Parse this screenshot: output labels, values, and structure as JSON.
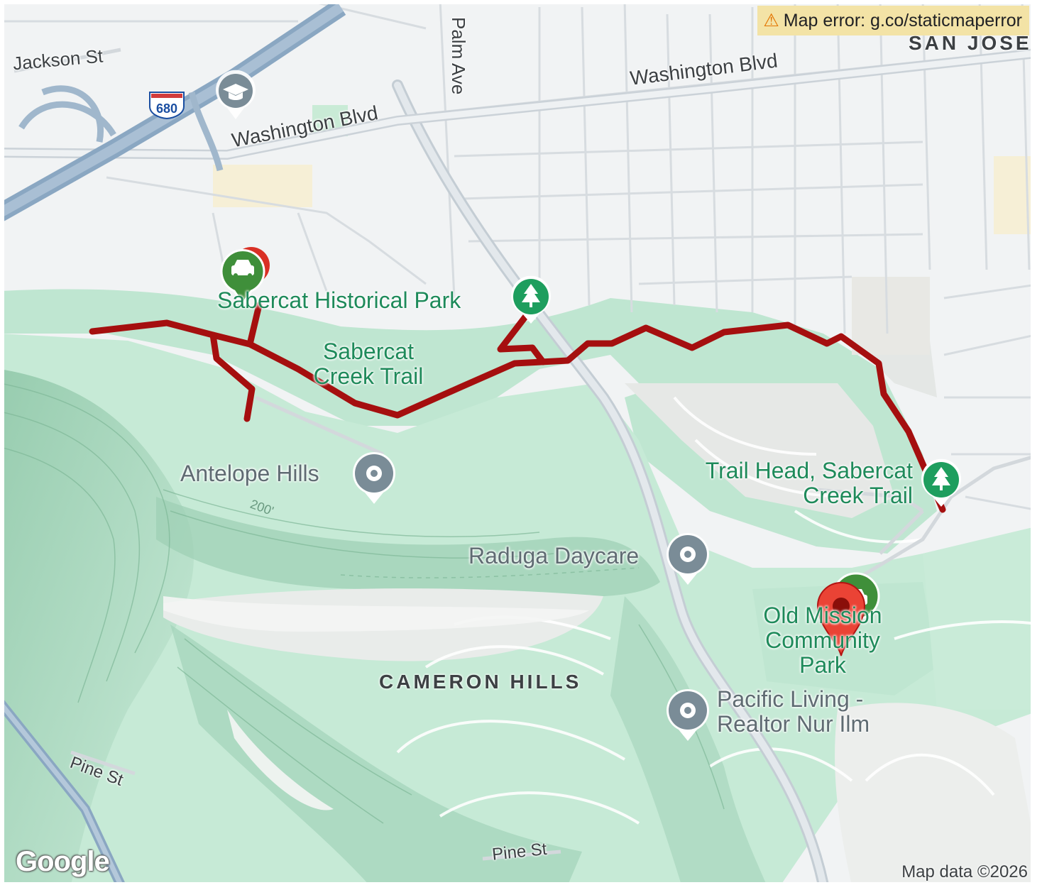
{
  "map": {
    "error_text": "Map error: g.co/staticmaperror",
    "attribution": "Map data ©2026",
    "logo": "Google",
    "highway_shield": "680",
    "colors": {
      "route": "#a50f0f",
      "park": "#b8e6cf",
      "marker": "#ea4335",
      "park_icon": "#1e9e5e"
    },
    "roads": [
      {
        "id": "jackson",
        "label": "Jackson St"
      },
      {
        "id": "washington-west",
        "label": "Washington Blvd"
      },
      {
        "id": "washington-east",
        "label": "Washington Blvd"
      },
      {
        "id": "palm",
        "label": "Palm Ave"
      },
      {
        "id": "pine-west",
        "label": "Pine St"
      },
      {
        "id": "pine-south",
        "label": "Pine St"
      }
    ],
    "areas": [
      {
        "id": "san-jose",
        "label": "SAN JOSE"
      },
      {
        "id": "cameron-hills",
        "label": "CAMERON HILLS"
      }
    ],
    "parks": [
      {
        "id": "sabercat-historical",
        "label": "Sabercat Historical Park",
        "icon": "tree-icon"
      },
      {
        "id": "sabercat-creek",
        "label": "Sabercat Creek Trail"
      },
      {
        "id": "trail-head",
        "label": "Trail Head, Sabercat Creek Trail",
        "icon": "tree-icon"
      },
      {
        "id": "old-mission",
        "label": "Old Mission Community Park"
      }
    ],
    "pois": [
      {
        "id": "antelope-hills",
        "label": "Antelope Hills",
        "icon": "place-icon"
      },
      {
        "id": "raduga",
        "label": "Raduga Daycare",
        "icon": "place-icon"
      },
      {
        "id": "pacific-living",
        "label": "Pacific Living - Realtor Nur Ilm",
        "icon": "place-icon"
      }
    ],
    "contour_label": "200'"
  }
}
